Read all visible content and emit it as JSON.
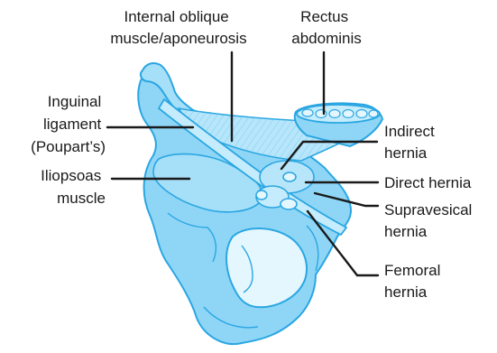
{
  "colors": {
    "fill": "#8fd6f6",
    "fill_light": "#c4ecfc",
    "fill_pale": "#e4f6fe",
    "outline": "#2aa6e2",
    "ink": "#1a1a1a"
  },
  "labels": {
    "internal_oblique": [
      "Internal oblique",
      "muscle/aponeurosis"
    ],
    "rectus": [
      "Rectus",
      "abdominis"
    ],
    "inguinal": [
      "Inguinal",
      "ligament",
      "(Poupart’s)"
    ],
    "iliopsoas": [
      "Iliopsoas",
      "muscle"
    ],
    "indirect": [
      "Indirect",
      "hernia"
    ],
    "direct": [
      "Direct hernia"
    ],
    "supravesical": [
      "Supravesical",
      "hernia"
    ],
    "femoral": [
      "Femoral",
      "hernia"
    ]
  }
}
